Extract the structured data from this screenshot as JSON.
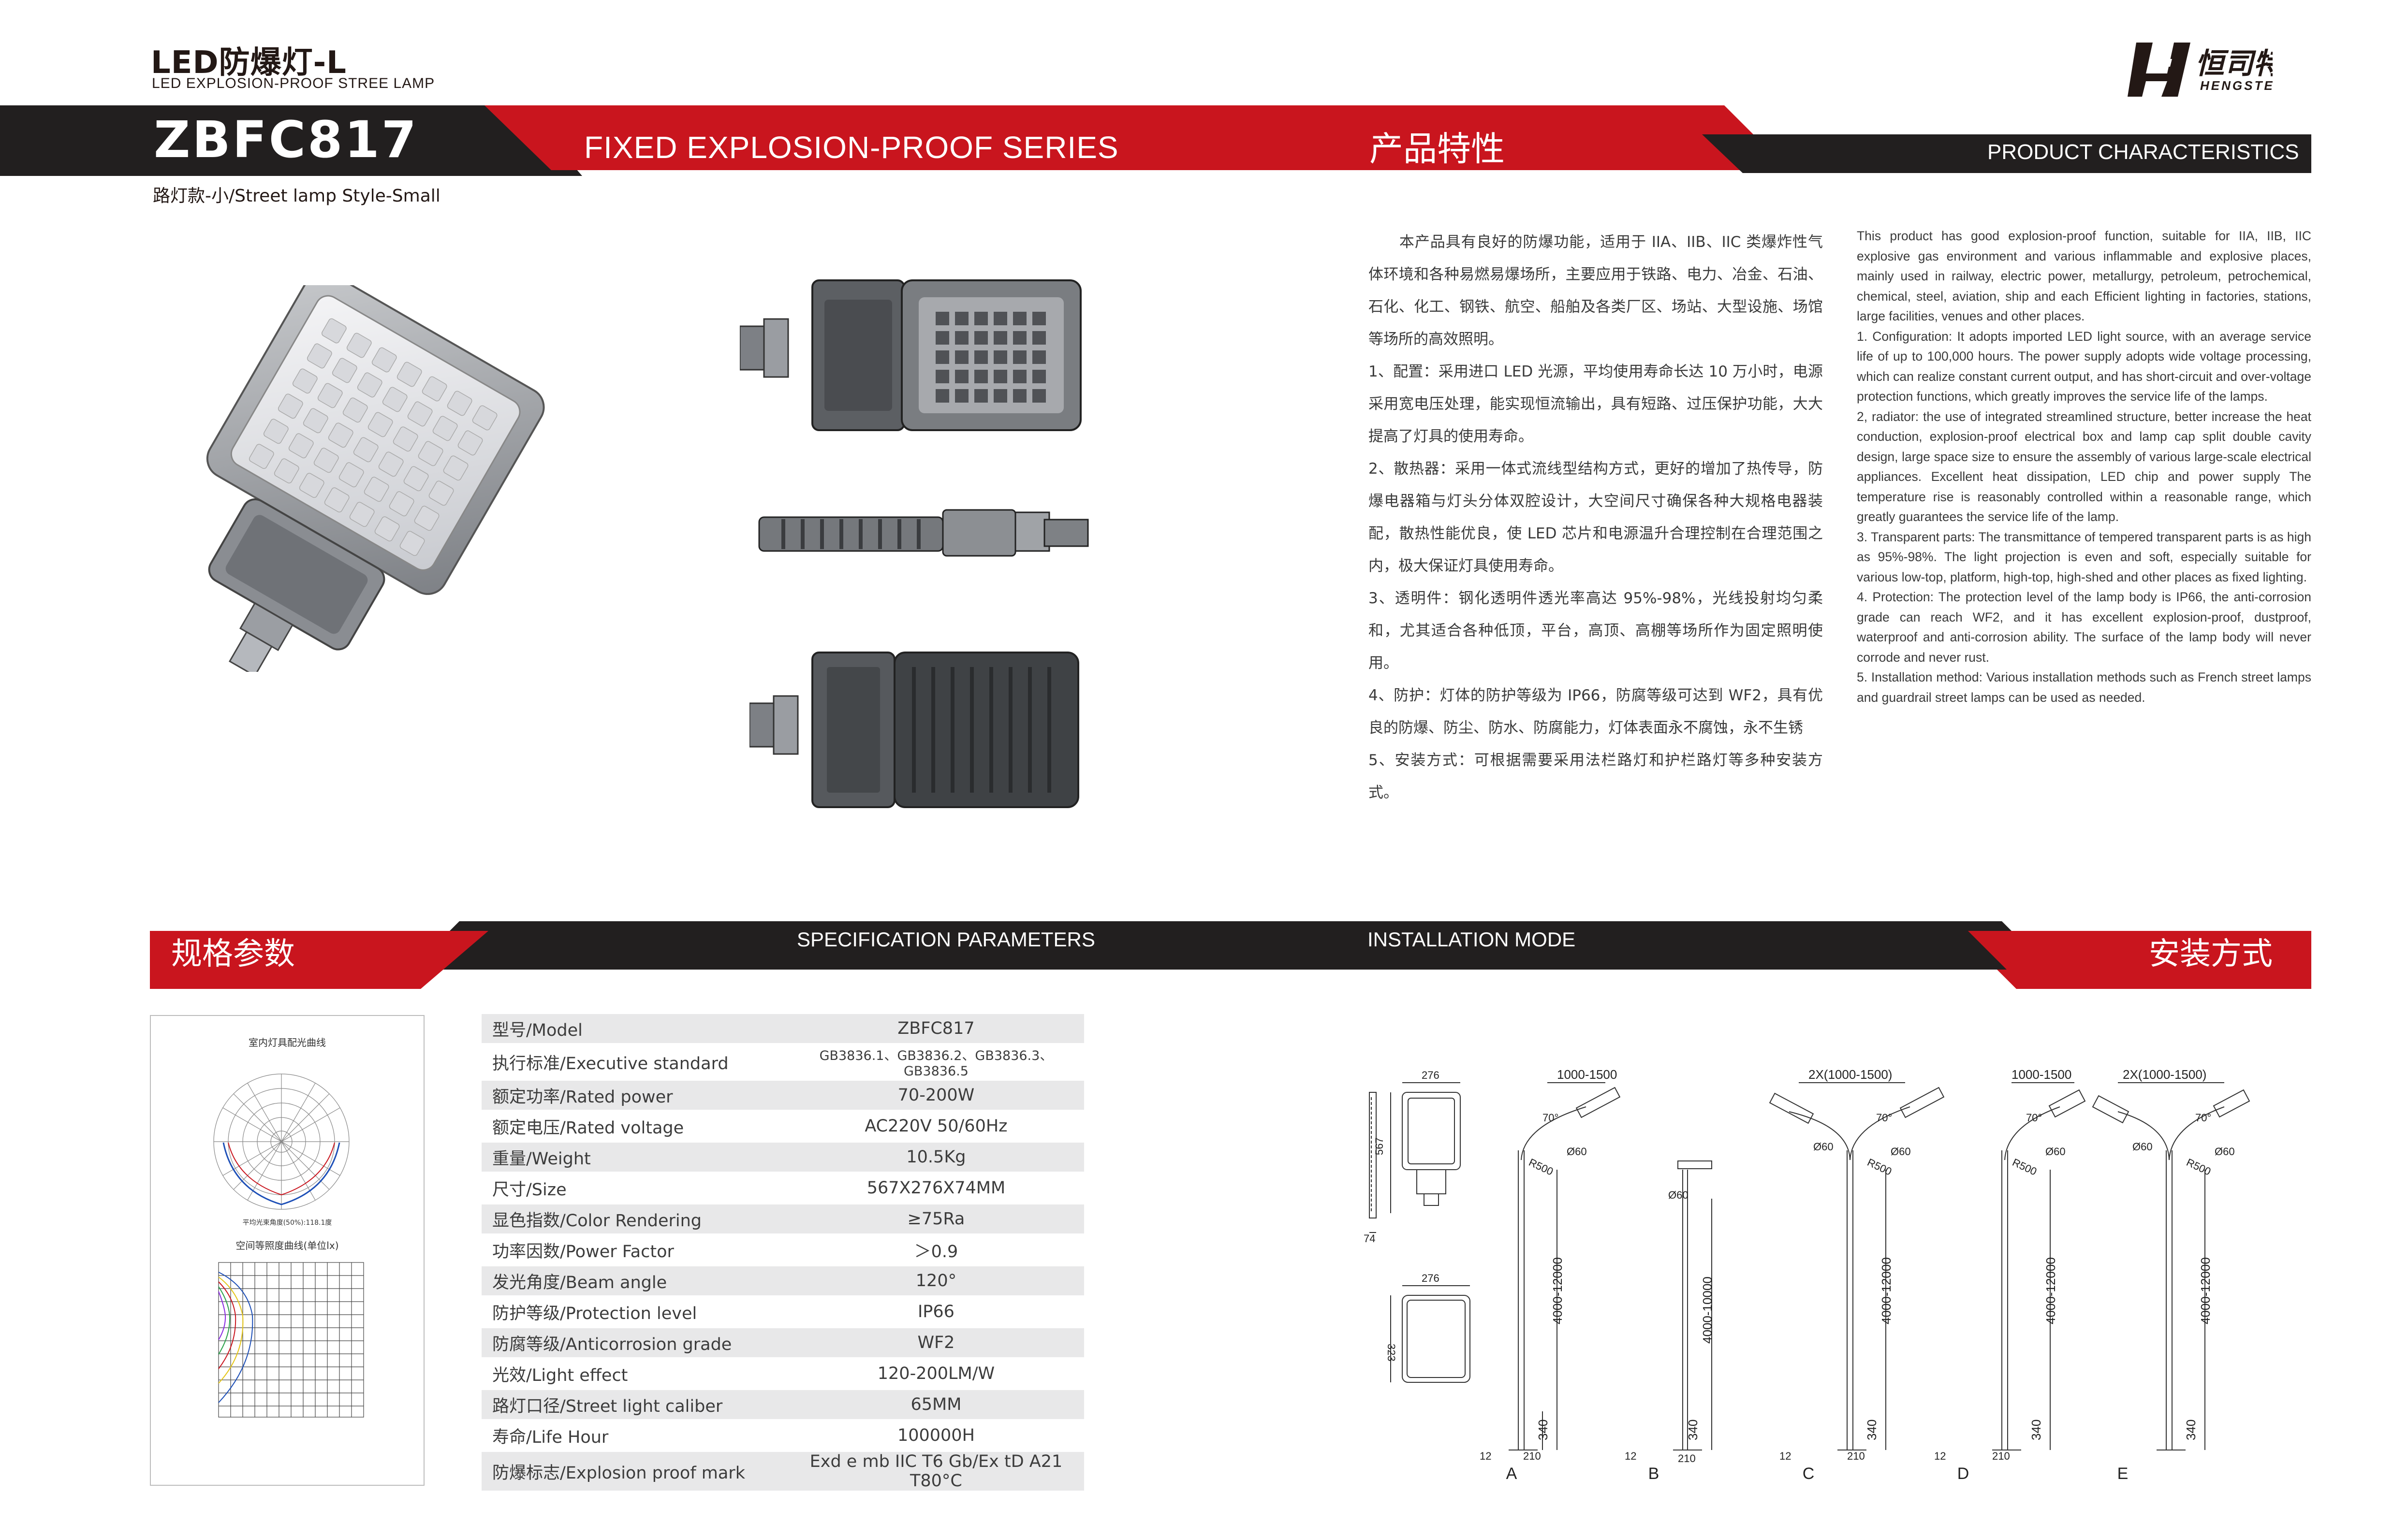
{
  "header": {
    "title_cn": "LED防爆灯-L",
    "title_en": "LED EXPLOSION-PROOF STREE LAMP",
    "model": "ZBFC817",
    "series": "FIXED EXPLOSION-PROOF SERIES",
    "characteristics_cn": "产品特性",
    "characteristics_en": "PRODUCT CHARACTERISTICS",
    "style_label": "路灯款-小/Street lamp Style-Small"
  },
  "logo": {
    "brand_cn": "恒司特",
    "brand_en": "HENGSTEE"
  },
  "description_cn": [
    "　　本产品具有良好的防爆功能，适用于 IIA、IIB、IIC 类爆炸性气体环境和各种易燃易爆场所，主要应用于铁路、电力、冶金、石油、石化、化工、钢铁、航空、船舶及各类厂区、场站、大型设施、场馆等场所的高效照明。",
    "1、配置：采用进口 LED 光源，平均使用寿命长达 10 万小时，电源采用宽电压处理，能实现恒流输出，具有短路、过压保护功能，大大提高了灯具的使用寿命。",
    "2、散热器：采用一体式流线型结构方式，更好的增加了热传导，防爆电器箱与灯头分体双腔设计，大空间尺寸确保各种大规格电器装配，散热性能优良，使 LED 芯片和电源温升合理控制在合理范围之内，极大保证灯具使用寿命。",
    "3、透明件：钢化透明件透光率高达 95%-98%，光线投射均匀柔和，尤其适合各种低顶，平台，高顶、高棚等场所作为固定照明使用。",
    "4、防护：灯体的防护等级为 IP66，防腐等级可达到 WF2，具有优良的防爆、防尘、防水、防腐能力，灯体表面永不腐蚀，永不生锈",
    "5、安装方式：可根据需要采用法栏路灯和护栏路灯等多种安装方式。"
  ],
  "description_en": [
    "This product has good explosion-proof function, suitable for IIA, IIB, IIC explosive gas environment and various inflammable and explosive places, mainly used in railway, electric power, metallurgy, petroleum, petrochemical, chemical, steel, aviation, ship and each Efficient lighting in factories, stations, large facilities, venues and other places.",
    "1. Configuration: It adopts imported LED light source, with an average service life of up to 100,000 hours. The power supply adopts wide voltage processing, which can realize constant current output, and has short-circuit and over-voltage protection functions, which greatly improves the service life of the lamps.",
    "2, radiator: the use of integrated streamlined structure, better increase the heat conduction, explosion-proof electrical box and lamp cap split double cavity design, large space size to ensure the assembly of various large-scale electrical appliances. Excellent heat dissipation, LED chip and power supply The temperature rise is reasonably controlled within a reasonable range, which greatly guarantees the service life of the lamp.",
    "3. Transparent parts: The transmittance of tempered transparent parts is as high as 95%-98%. The light projection is even and soft, especially suitable for various low-top, platform, high-top, high-shed and other places as fixed lighting.",
    "4. Protection: The protection level of the lamp body is IP66, the anti-corrosion grade can reach WF2, and it has excellent explosion-proof, dustproof, waterproof and anti-corrosion ability. The surface of the lamp body will never corrode and never rust.",
    "5. Installation method: Various installation methods such as French street lamps and guardrail street lamps can be used as needed."
  ],
  "spec_section": {
    "title_cn": "规格参数",
    "title_en": "SPECIFICATION PARAMETERS"
  },
  "install_section": {
    "title_en": "INSTALLATION MODE",
    "title_cn": "安装方式"
  },
  "spec_rows": [
    {
      "key": "型号/Model",
      "value": "ZBFC817"
    },
    {
      "key": "执行标准/Executive standard",
      "value": "GB3836.1、GB3836.2、GB3836.3、GB3836.5"
    },
    {
      "key": "额定功率/Rated power",
      "value": "70-200W"
    },
    {
      "key": "额定电压/Rated voltage",
      "value": "AC220V 50/60Hz"
    },
    {
      "key": "重量/Weight",
      "value": "10.5Kg"
    },
    {
      "key": "尺寸/Size",
      "value": "567X276X74MM"
    },
    {
      "key": "显色指数/Color Rendering",
      "value": "≥75Ra"
    },
    {
      "key": "功率因数/Power Factor",
      "value": "＞0.9"
    },
    {
      "key": "发光角度/Beam angle",
      "value": "120°"
    },
    {
      "key": "防护等级/Protection level",
      "value": "IP66"
    },
    {
      "key": "防腐等级/Anticorrosion grade",
      "value": "WF2"
    },
    {
      "key": "光效/Light effect",
      "value": "120-200LM/W"
    },
    {
      "key": "路灯口径/Street light caliber",
      "value": "65MM"
    },
    {
      "key": "寿命/Life Hour",
      "value": "100000H"
    },
    {
      "key": "防爆标志/Explosion proof mark",
      "value": "Exd e mb IIC T6 Gb/Ex tD A21 T80°C"
    }
  ],
  "photometric": {
    "polar_title": "室内灯具配光曲线",
    "polar_note": "平均光束角度(50%):118.1度",
    "iso_title": "空间等照度曲线(单位lx)"
  },
  "install": {
    "dims": {
      "d276": "276",
      "d567": "567",
      "d74": "74",
      "d323": "323",
      "span1": "1000-1500",
      "span2": "2X(1000-1500)",
      "a70": "70°",
      "d60": "Ø60",
      "r500": "R500",
      "h1": "4000-12000",
      "h2": "4000-10000",
      "h340": "340",
      "d12": "12",
      "d210": "210"
    },
    "letters": [
      "A",
      "B",
      "C",
      "D",
      "E"
    ]
  },
  "colors": {
    "red": "#c9151e",
    "dark": "#221f1f",
    "row_grey": "#e8e8e9",
    "text": "#231815"
  }
}
